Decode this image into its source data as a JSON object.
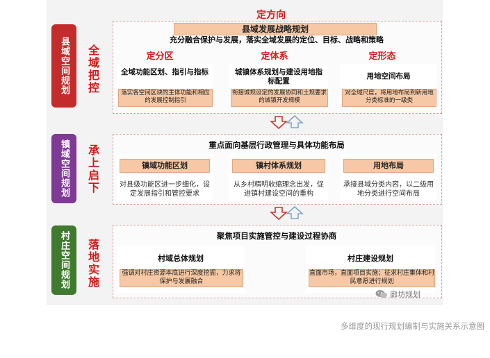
{
  "levels": [
    {
      "label": "县域空间规划",
      "side": "全域把控",
      "color": "#c42b2b"
    },
    {
      "label": "镇域空间规划",
      "side": "承上启下",
      "color": "#7e3a95"
    },
    {
      "label": "村庄空间规划",
      "side": "落地实施",
      "color": "#3f7a2e"
    }
  ],
  "county": {
    "top_title": "定方向",
    "plan_band": "县域发展战略规划",
    "strategy": "充分融合保护与发展，落实全域发展的定位、目标、战略和策略",
    "columns": [
      {
        "title": "定分区",
        "heading": "全域功能区划、指引与指标",
        "detail": "落实各空间区块的主体功能和相应的发展控制指引"
      },
      {
        "title": "定体系",
        "heading": "城镇体系规划与建设用地指标配置",
        "detail": "衔接城规设定的发展协同和土规要求的城镇开发规模"
      },
      {
        "title": "定形态",
        "heading": "用地空间布局",
        "detail": "对全域尺度，将用地布局到新用地分类标准的一级类"
      }
    ]
  },
  "town": {
    "header": "重点面向基层行政管理与具体功能布局",
    "columns": [
      {
        "title": "镇域功能区划",
        "detail": "对县级功能区进一步细化，设定发展指引和管控要求"
      },
      {
        "title": "镇村体系规划",
        "detail": "从乡村精明收缩理念出发，促进镇村建设空间的重构"
      },
      {
        "title": "用地布局",
        "detail": "承接县域分类内容，以二级用地分类进行空间布局"
      }
    ]
  },
  "village": {
    "header": "聚焦项目实施管控与建设过程协商",
    "columns": [
      {
        "title": "村域总体规划",
        "detail": "强调对村庄资源本底进行深度挖掘，力求将保护与发展融合"
      },
      {
        "title": "村庄建设规划",
        "detail": "直面市场，直面项目实施；征求村庄集体和村民意愿进行规划"
      }
    ]
  },
  "watermark": "廊坊规划",
  "caption": "多维度的现行规划编制与实施关系示意图",
  "colors": {
    "accent_red": "#d51a1a",
    "band_orange": "#f6c8a5",
    "arrow_red": "#c0392b",
    "arrow_blue": "#7fa7c9"
  }
}
